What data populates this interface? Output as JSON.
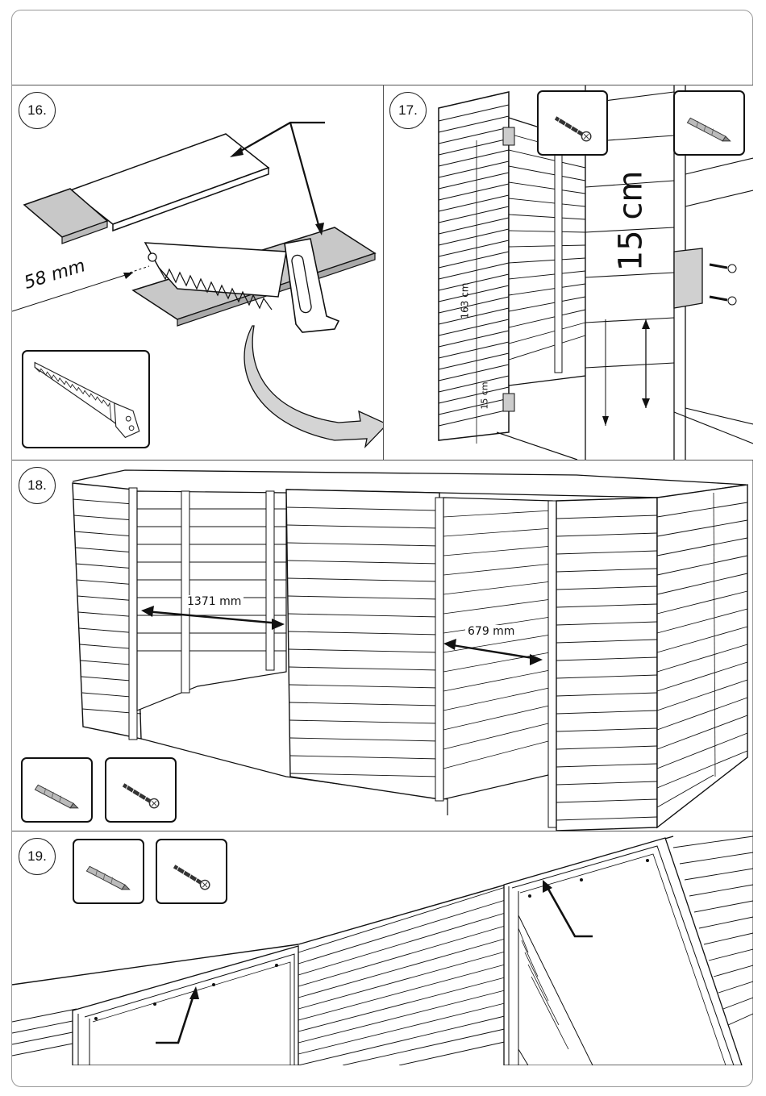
{
  "steps": {
    "s16": {
      "number": "16.",
      "dimension": "58 mm",
      "tool": "saw-icon"
    },
    "s17": {
      "number": "17.",
      "dim_long": "163 cm",
      "dim_short": "15 cm",
      "dim_detail": "15 cm",
      "tools": [
        "screw-icon",
        "drill-bit-icon"
      ]
    },
    "s18": {
      "number": "18.",
      "dim_left": "1371 mm",
      "dim_right": "679 mm",
      "tools": [
        "drill-bit-icon",
        "screw-icon"
      ]
    },
    "s19": {
      "number": "19.",
      "tools": [
        "drill-bit-icon",
        "screw-icon"
      ]
    }
  },
  "colors": {
    "line": "#111111",
    "shade": "#c8c8c8",
    "frame": "#999999"
  }
}
